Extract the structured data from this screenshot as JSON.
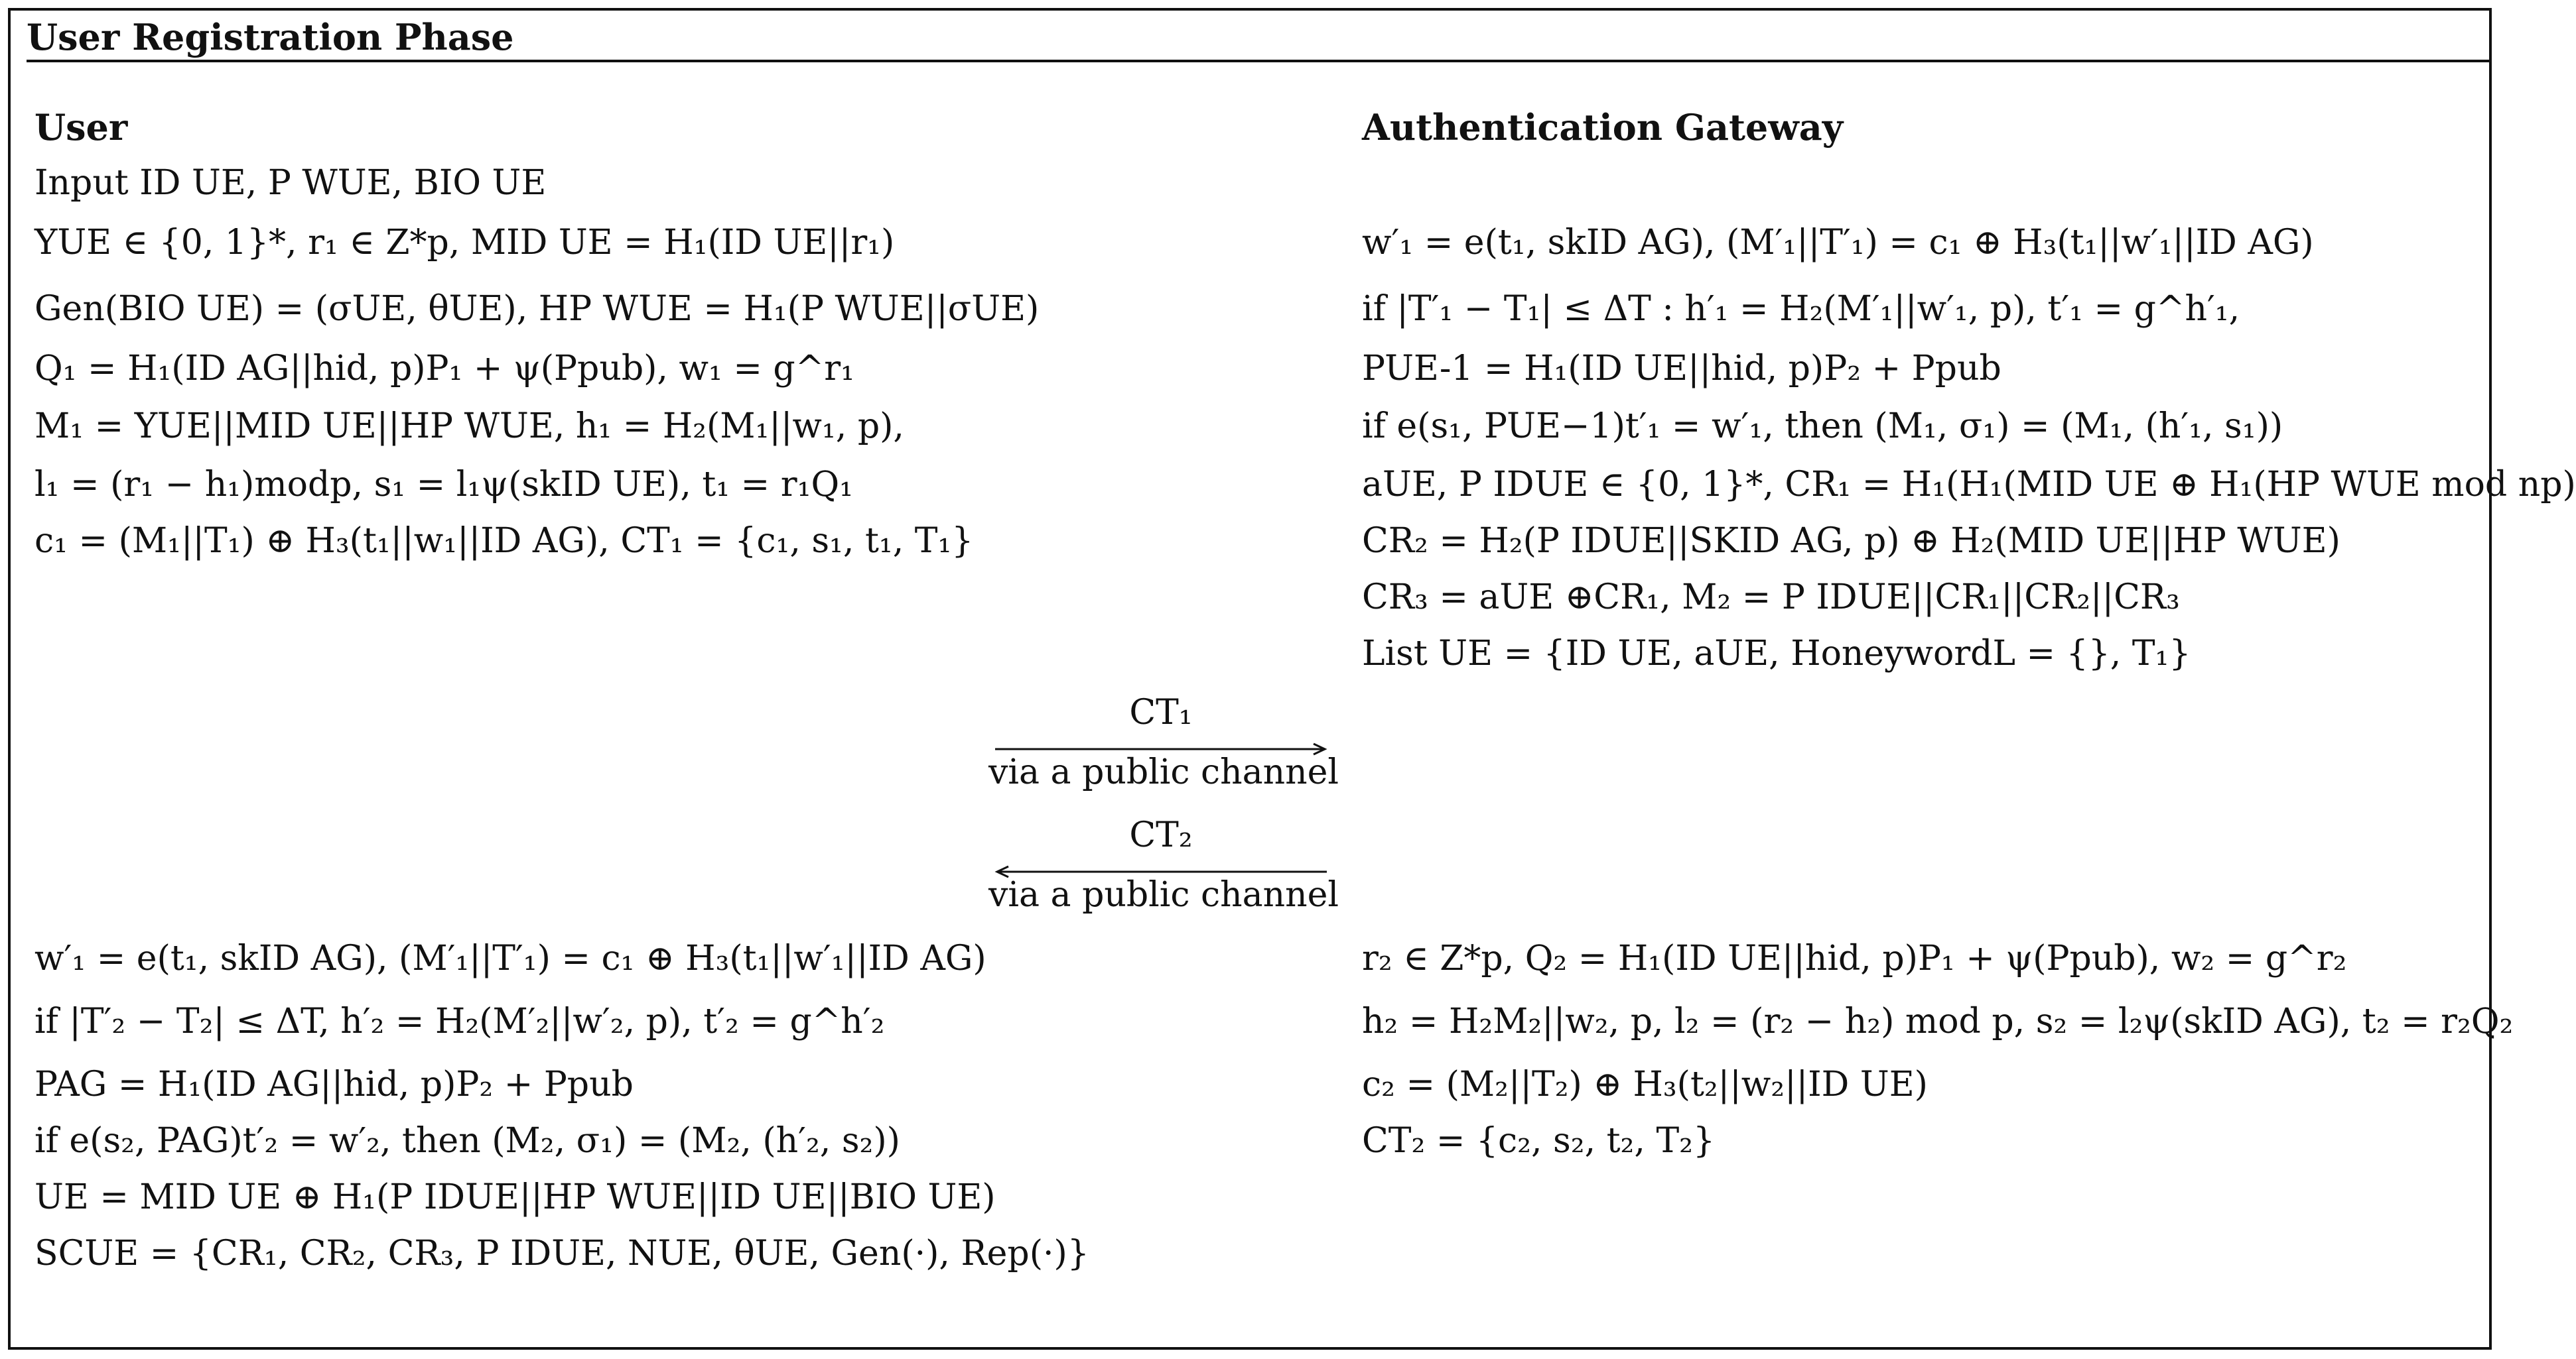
{
  "title": "User Registration Phase",
  "user": {
    "heading": "User",
    "steps": [
      "Input ID UE, P WUE, BIO UE",
      "YUE ∈ {0, 1}*, r₁ ∈ Z*p, MID UE = H₁(ID UE||r₁)",
      "Gen(BIO UE) = (σUE, θUE), HP WUE = H₁(P WUE||σUE)",
      "Q₁ = H₁(ID AG||hid, p)P₁ + ψ(Ppub), w₁ = g^r₁",
      "M₁ = YUE||MID UE||HP WUE, h₁ = H₂(M₁||w₁, p),",
      "l₁ = (r₁ − h₁)modp, s₁ = l₁ψ(skID UE), t₁ = r₁Q₁",
      "c₁ = (M₁||T₁) ⊕ H₃(t₁||w₁||ID AG), CT₁ = {c₁, s₁, t₁, T₁}"
    ],
    "steps2": [
      "w′₁ = e(t₁, skID AG), (M′₁||T′₁) = c₁ ⊕ H₃(t₁||w′₁||ID AG)",
      "if |T′₂ − T₂| ≤ ΔT, h′₂ = H₂(M′₂||w′₂, p), t′₂ = g^h′₂",
      "PAG = H₁(ID AG||hid, p)P₂ + Ppub",
      "if e(s₂, PAG)t′₂ = w′₂, then (M₂, σ₁) = (M₂, (h′₂, s₂))",
      "UE = MID UE ⊕ H₁(P IDUE||HP WUE||ID UE||BIO UE)",
      "SCUE = {CR₁, CR₂, CR₃, P IDUE, NUE, θUE, Gen(·), Rep(·)}"
    ]
  },
  "gateway": {
    "heading": "Authentication Gateway",
    "steps": [
      "w′₁ = e(t₁, skID AG), (M′₁||T′₁) = c₁ ⊕ H₃(t₁||w′₁||ID AG)",
      "if |T′₁ − T₁| ≤ ΔT : h′₁ = H₂(M′₁||w′₁, p), t′₁ = g^h′₁,",
      "PUE-1 = H₁(ID UE||hid, p)P₂ + Ppub",
      "if e(s₁, PUE−1)t′₁ = w′₁, then (M₁, σ₁) = (M₁, (h′₁, s₁))",
      "aUE, P IDUE ∈ {0, 1}*, CR₁ = H₁(H₁(MID UE ⊕ H₁(HP WUE mod np)",
      "CR₂ = H₂(P IDUE||SKID AG, p) ⊕ H₂(MID UE||HP WUE)",
      "CR₃ = aUE ⊕CR₁, M₂ = P IDUE||CR₁||CR₂||CR₃",
      "List UE = {ID UE, aUE, HoneywordL = {}, T₁}"
    ],
    "steps2": [
      "r₂ ∈ Z*p, Q₂ = H₁(ID UE||hid, p)P₁ + ψ(Ppub), w₂ = g^r₂",
      "h₂ = H₂M₂||w₂, p, l₂ = (r₂ − h₂) mod p, s₂ = l₂ψ(skID AG), t₂ = r₂Q₂",
      "c₂ = (M₂||T₂) ⊕ H₃(t₂||w₂||ID UE)",
      "CT₂ = {c₂, s₂, t₂, T₂}"
    ]
  },
  "messages": [
    {
      "label": "CT₁",
      "channel": "via a public channel",
      "direction": "right"
    },
    {
      "label": "CT₂",
      "channel": "via a public channel",
      "direction": "left"
    }
  ]
}
